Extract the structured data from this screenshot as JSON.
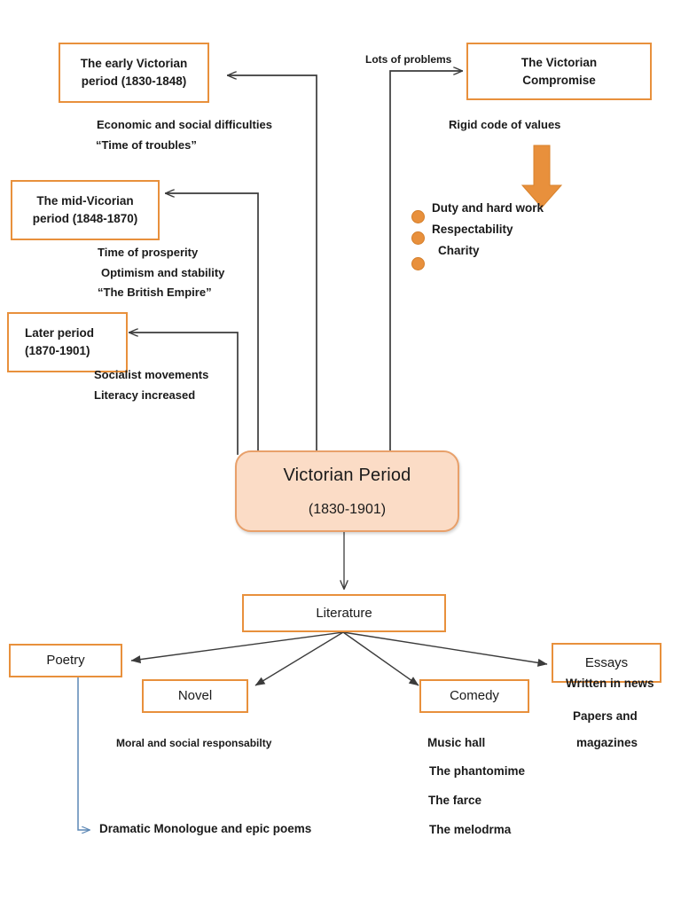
{
  "diagram": {
    "title": "Victorian Period",
    "hub": {
      "name": "Victorian Period",
      "years": "(1830-1901)"
    },
    "periods": [
      {
        "id": "early",
        "line1": "The early Victorian",
        "line2": "period (1830-1848)",
        "notes": [
          "Economic and social difficulties",
          "“Time of troubles”"
        ]
      },
      {
        "id": "mid",
        "line1": "The mid-Vicorian",
        "line2": "period (1848-1870)",
        "notes": [
          "Time of prosperity",
          "Optimism and stability",
          "“The British Empire”"
        ]
      },
      {
        "id": "later",
        "line1": "Later period",
        "line2": "(1870-1901)",
        "notes": [
          "Socialist movements",
          "Literacy increased"
        ]
      }
    ],
    "compromise": {
      "line1": "The Victorian",
      "line2": "Compromise",
      "edge_label": "Lots of problems",
      "subtitle": "Rigid code of values",
      "values": [
        "Duty and hard work",
        "Respectability",
        "Charity"
      ]
    },
    "literature": {
      "label": "Literature",
      "genres": [
        {
          "id": "poetry",
          "label": "Poetry",
          "notes": [
            "Dramatic Monologue and epic poems"
          ]
        },
        {
          "id": "novel",
          "label": "Novel",
          "notes": [
            "Moral and social responsabilty"
          ]
        },
        {
          "id": "comedy",
          "label": "Comedy",
          "notes": [
            "Music hall",
            "The phantomime",
            "The farce",
            "The melodrma"
          ]
        },
        {
          "id": "essays",
          "label": "Essays",
          "notes": [
            "Written in news",
            "Papers and",
            "magazines"
          ]
        }
      ]
    },
    "colors": {
      "box_border": "#E8903C",
      "hub_fill": "#FBDCC6",
      "hub_border": "#E8A06A",
      "bullet": "#E8903C",
      "arrow_big": "#E8903C",
      "connector": "#3b3b3b",
      "connector_blue": "#5B87B5",
      "page_bg": "#FFFFFF"
    }
  }
}
